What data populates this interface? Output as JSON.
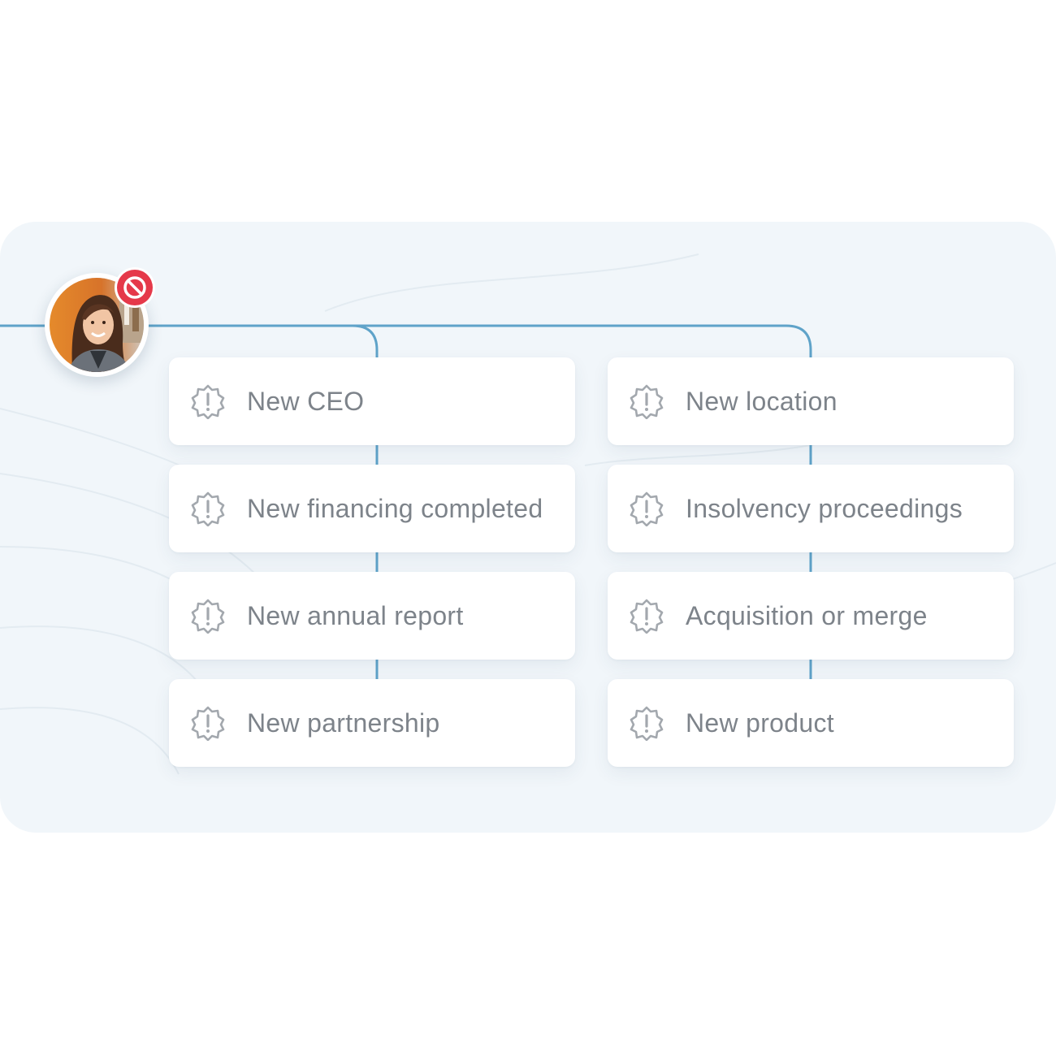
{
  "avatar": {
    "status_icon": "blocked-icon",
    "status_color": "#e5394a"
  },
  "connector_color": "#5fa3c9",
  "event_icon": "alert-badge-icon",
  "events": {
    "left": [
      {
        "label": "New CEO"
      },
      {
        "label": "New financing completed"
      },
      {
        "label": "New annual report"
      },
      {
        "label": "New partnership"
      }
    ],
    "right": [
      {
        "label": "New location"
      },
      {
        "label": "Insolvency proceedings"
      },
      {
        "label": "Acquisition or merge"
      },
      {
        "label": "New product"
      }
    ]
  }
}
